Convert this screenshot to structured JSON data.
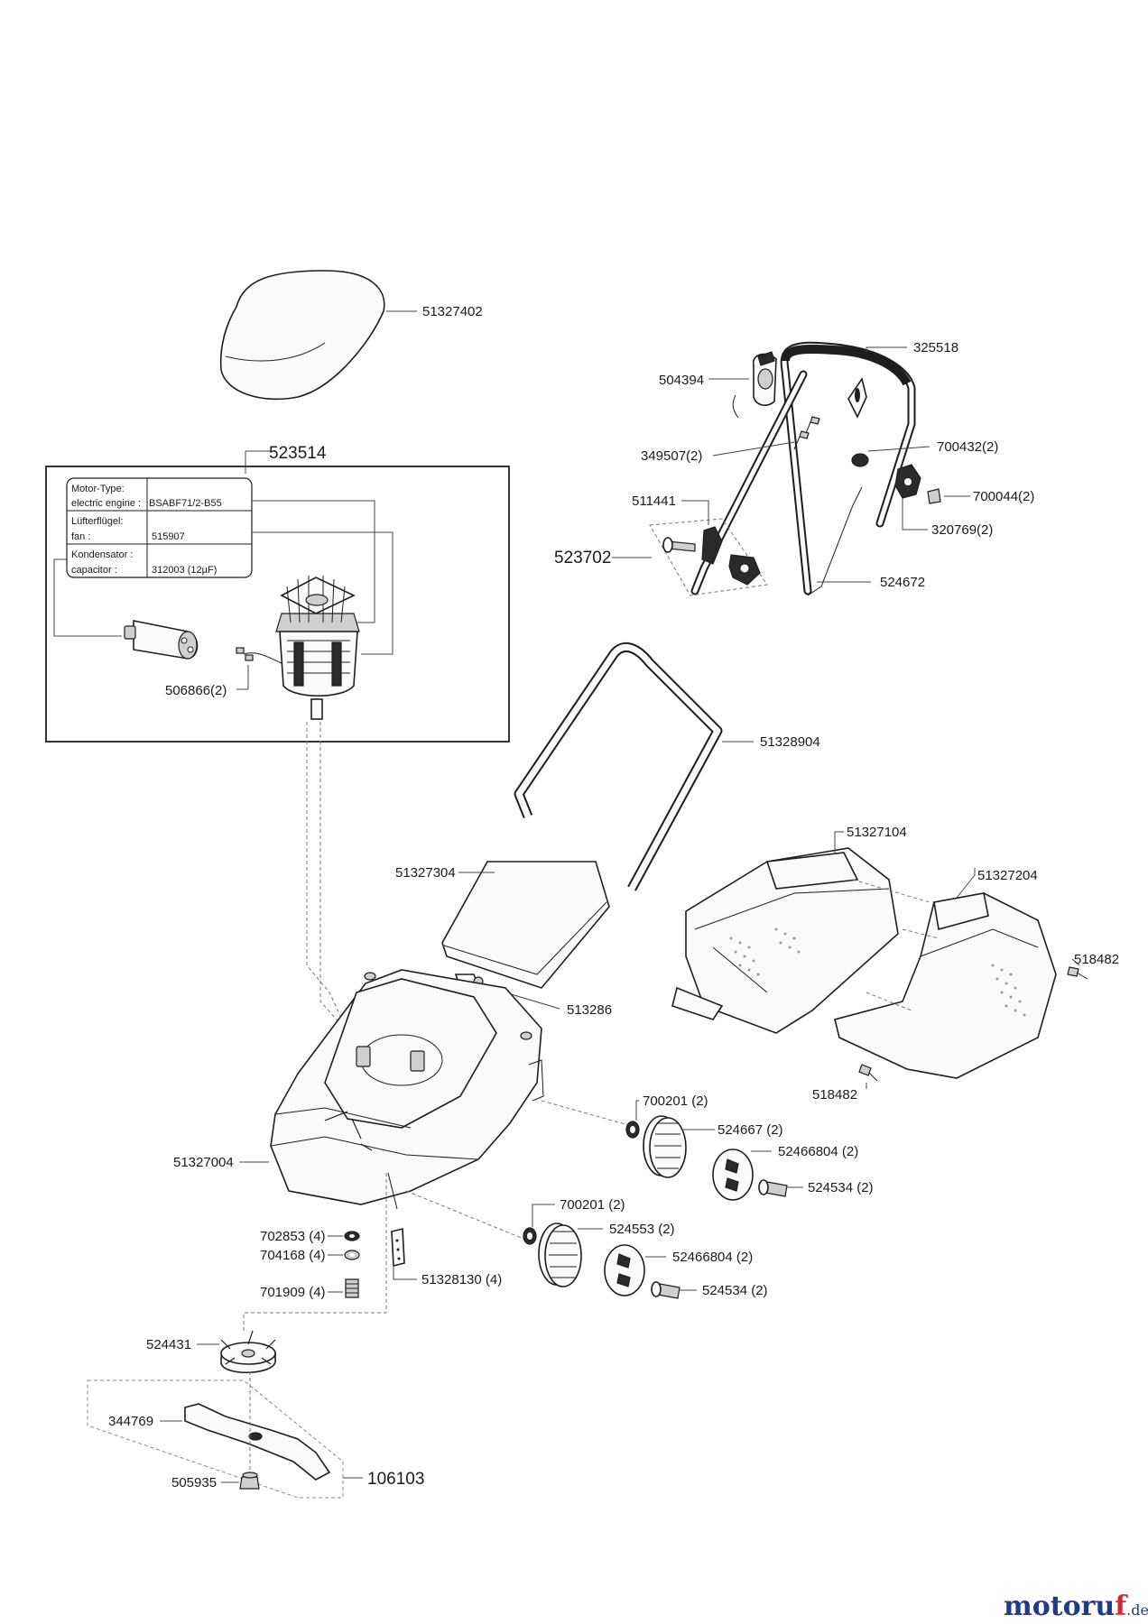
{
  "labels": {
    "p51327402": "51327402",
    "p523514": "523514",
    "p506866": "506866(2)",
    "p325518": "325518",
    "p504394": "504394",
    "p349507": "349507(2)",
    "p700432": "700432(2)",
    "p700044": "700044(2)",
    "p511441": "511441",
    "p320769": "320769(2)",
    "p523702": "523702",
    "p524672": "524672",
    "p51328904": "51328904",
    "p51327104": "51327104",
    "p51327304": "51327304",
    "p51327204": "51327204",
    "p518482a": "518482",
    "p513286": "513286",
    "p518482b": "518482",
    "p700201a": "700201 (2)",
    "p524667": "524667 (2)",
    "p51327004": "51327004",
    "p52466804a": "52466804 (2)",
    "p524534a": "524534 (2)",
    "p700201b": "700201 (2)",
    "p524553": "524553 (2)",
    "p702853": "702853 (4)",
    "p704168": "704168 (4)",
    "p52466804b": "52466804 (2)",
    "p701909": "701909 (4)",
    "p51328130": "51328130 (4)",
    "p524534b": "524534 (2)",
    "p524431": "524431",
    "p344769": "344769",
    "p505935": "505935",
    "p106103": "106103"
  },
  "motor_table": {
    "row1_key_a": "Motor-Type:",
    "row1_key_b": "electric engine :",
    "row1_val": "BSABF71/2-B55",
    "row2_key_a": "Lüfterflügel:",
    "row2_key_b": "fan :",
    "row2_val": "515907",
    "row3_key_a": "Kondensator :",
    "row3_key_b": "capacitor :",
    "row3_val": "312003 (12µF)"
  },
  "watermark": {
    "brand_main": "motoru",
    "brand_accent": "f",
    "brand_tld": ".de"
  },
  "colors": {
    "brand_blue": "#223a8a",
    "brand_red": "#d2282e"
  }
}
